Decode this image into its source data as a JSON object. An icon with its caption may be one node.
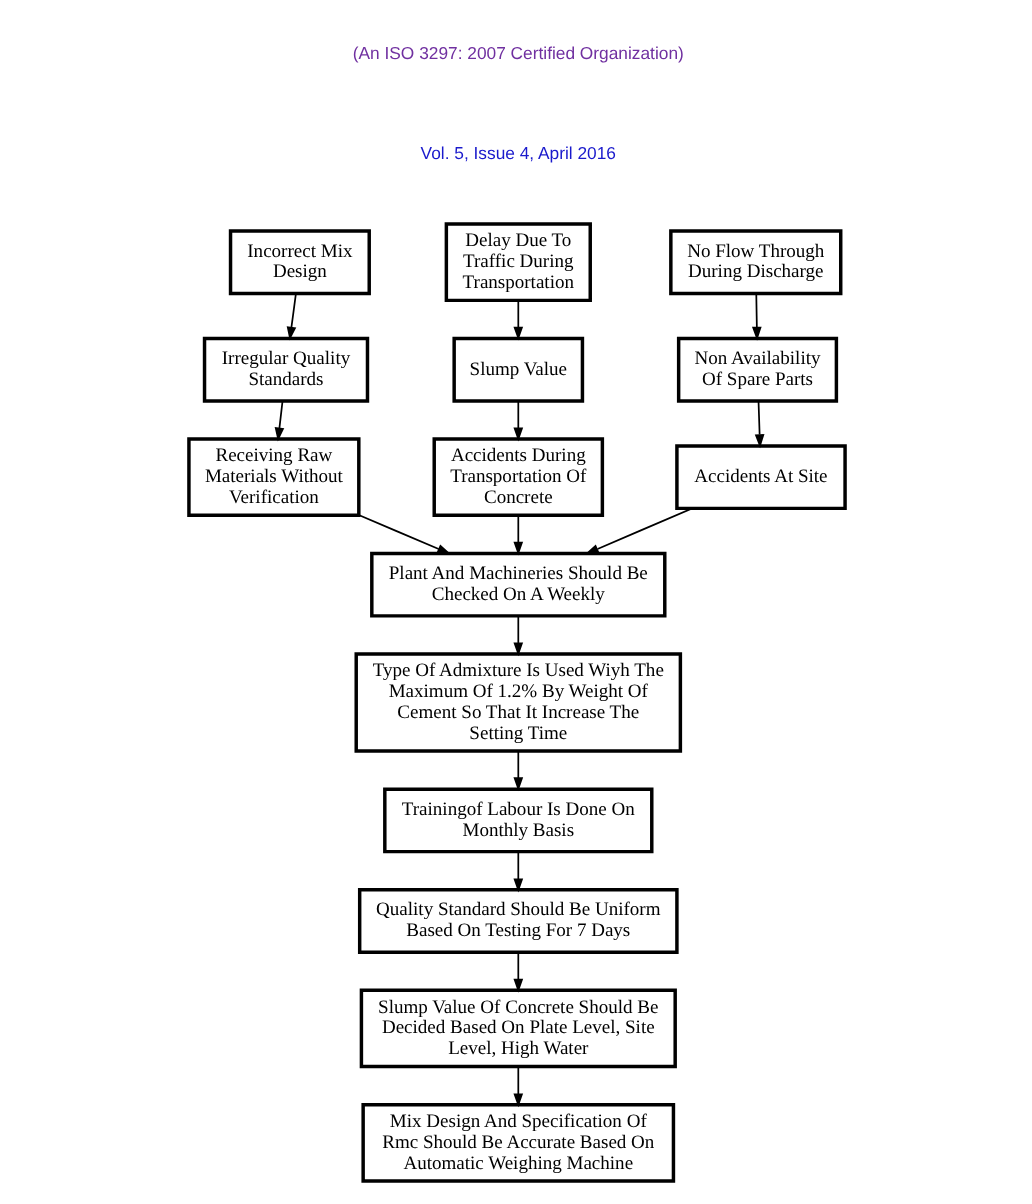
{
  "diagram": {
    "nodes": [
      {
        "text": [
          "Incorrect Mix Design"
        ]
      },
      {
        "text": [
          "Delay Due To Traffic During Transportation"
        ]
      },
      {
        "text": [
          "No Flow Through During Discharge"
        ]
      },
      {
        "text": [
          "Irregular Quality Standards"
        ]
      },
      {
        "text": [
          "Slump Value"
        ]
      },
      {
        "text": [
          "Non Availability Of Spare Parts"
        ]
      },
      {
        "text": [
          "Receiving Raw Materials Without Verification"
        ]
      },
      {
        "text": [
          "Accidents During Transportation Of Concrete"
        ]
      },
      {
        "text": [
          "Accidents At Site"
        ]
      },
      {
        "text": [
          "Plant And Machineries Should Be Checked On A Weekly"
        ]
      },
      {
        "text": [
          "Type Of Admixture Is Used Wiyh The Maximum Of 1.2% By Weight Of Cement So That It Increase The Setting Time"
        ]
      },
      {
        "text": [
          "Trainingof Labour Is Done On Monthly Basis"
        ]
      },
      {
        "text": [
          "Quality Standard Should Be Uniform Based On Testing For 7 Days"
        ]
      },
      {
        "text": [
          "Slump Value Of Concrete Should Be Decided Based On Plate Level, Site Level, High Water"
        ]
      },
      {
        "text": [
          "Mix Design And Specification Of Rmc Should Be Accurate Based On Automatic Weighing Machine"
        ]
      }
    ],
    "edges": [
      {
        "from": 0,
        "to": 3,
        "arrow": "to"
      },
      {
        "from": 3,
        "to": 6,
        "arrow": "to"
      },
      {
        "from": 1,
        "to": 4,
        "arrow": "to"
      },
      {
        "from": 4,
        "to": 7,
        "arrow": "to"
      },
      {
        "from": 2,
        "to": 5,
        "arrow": "to"
      },
      {
        "from": 5,
        "to": 8,
        "arrow": "to"
      },
      {
        "from": 6,
        "to": 9,
        "arrow": "to"
      },
      {
        "from": 7,
        "to": 9,
        "arrow": "to"
      },
      {
        "from": 8,
        "to": 9,
        "arrow": "to"
      },
      {
        "from": 9,
        "to": 10,
        "arrow": "to"
      },
      {
        "from": 10,
        "to": 11,
        "arrow": "to"
      },
      {
        "from": 11,
        "to": 12,
        "arrow": "to"
      },
      {
        "from": 12,
        "to": 13,
        "arrow": "to"
      },
      {
        "from": 13,
        "to": 14,
        "arrow": "to"
      }
    ],
    "labels": [
      "(An ISO 3297: 2007 Certified Organization)",
      "Vol. 5, Issue 4, April 2016"
    ]
  }
}
